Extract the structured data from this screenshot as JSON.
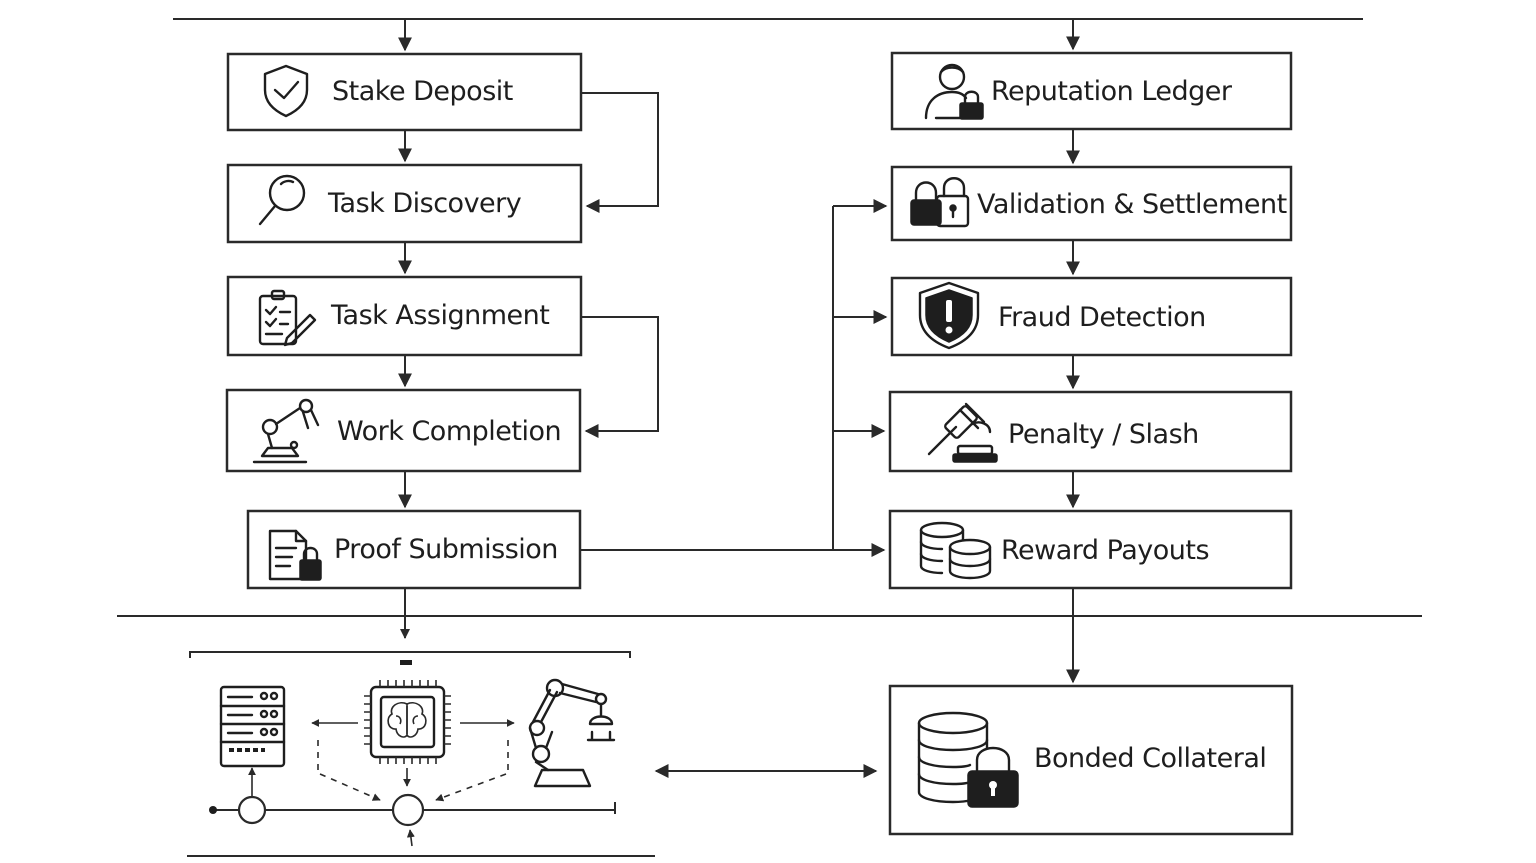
{
  "left_column": [
    {
      "key": "stake",
      "label": "Stake Deposit",
      "icon": "shield-check-icon"
    },
    {
      "key": "discovery",
      "label": "Task Discovery",
      "icon": "magnifier-icon"
    },
    {
      "key": "assignment",
      "label": "Task Assignment",
      "icon": "clipboard-pen-icon"
    },
    {
      "key": "completion",
      "label": "Work Completion",
      "icon": "robot-arm-icon"
    },
    {
      "key": "proof",
      "label": "Proof Submission",
      "icon": "document-lock-icon"
    }
  ],
  "right_column": [
    {
      "key": "reputation",
      "label": "Reputation Ledger",
      "icon": "user-lock-icon"
    },
    {
      "key": "validation",
      "label": "Validation & Settlement",
      "icon": "padlocks-icon"
    },
    {
      "key": "fraud",
      "label": "Fraud Detection",
      "icon": "shield-alert-icon"
    },
    {
      "key": "penalty",
      "label": "Penalty / Slash",
      "icon": "gavel-icon"
    },
    {
      "key": "reward",
      "label": "Reward Payouts",
      "icon": "coin-stacks-icon"
    }
  ],
  "collateral": {
    "label": "Bonded Collateral",
    "icon": "database-lock-icon"
  },
  "network_icons": [
    "server-rack-icon",
    "ai-chip-icon",
    "robot-arm-icon"
  ],
  "colors": {
    "stroke": "#2a2a2a",
    "text": "#1e1e1e",
    "background": "#ffffff"
  }
}
